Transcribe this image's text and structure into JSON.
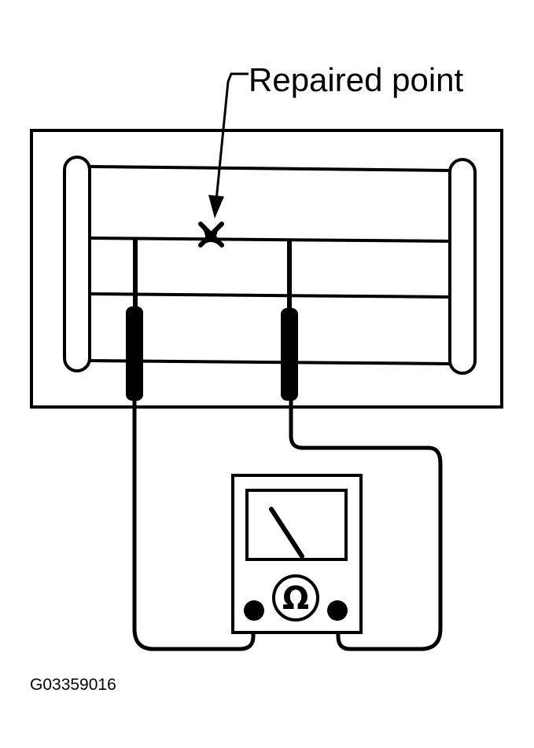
{
  "callout": {
    "label": "Repaired point"
  },
  "figure": {
    "id": "G03359016"
  },
  "meter": {
    "symbol": "Ω"
  },
  "colors": {
    "ink": "#000000",
    "paper": "#ffffff"
  }
}
